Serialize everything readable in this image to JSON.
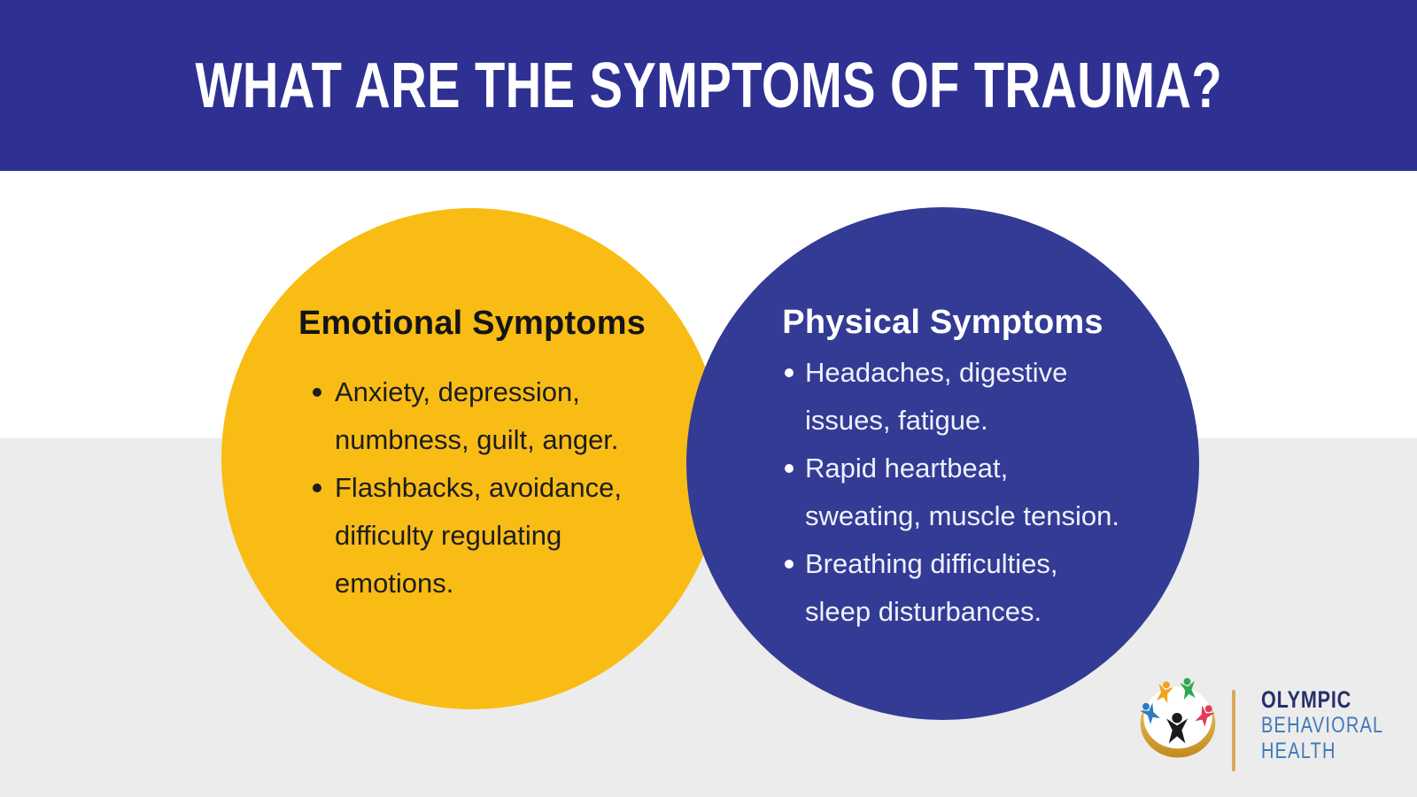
{
  "header": {
    "title": "WHAT ARE THE SYMPTOMS OF TRAUMA?"
  },
  "circles": {
    "emotional": {
      "heading": "Emotional Symptoms",
      "bullets": [
        "Anxiety, depression,\nnumbness, guilt, anger.",
        "Flashbacks, avoidance,\ndifficulty regulating\nemotions."
      ]
    },
    "physical": {
      "heading": "Physical Symptoms",
      "bullets": [
        "Headaches, digestive\nissues, fatigue.",
        "Rapid heartbeat,\nsweating, muscle tension.",
        "Breathing difficulties,\nsleep disturbances."
      ]
    }
  },
  "logo": {
    "line1": "OLYMPIC",
    "line2": "BEHAVIORAL",
    "line3": "HEALTH",
    "emblem_icon": "people-circle-icon"
  },
  "colors": {
    "banner_blue": "#2e3192",
    "circle_yellow": "#f9bc15",
    "circle_blue": "#333b95",
    "background_top": "#ffffff",
    "background_bottom": "#ececec",
    "logo_navy": "#262f6d",
    "logo_steel_blue": "#3f7ab5",
    "logo_gold": "#d9a85c",
    "figure_orange": "#f5a21b",
    "figure_green": "#2fa84f",
    "figure_blue": "#2a7bc0",
    "figure_red": "#e23b5b",
    "figure_black": "#1b1b1e"
  }
}
